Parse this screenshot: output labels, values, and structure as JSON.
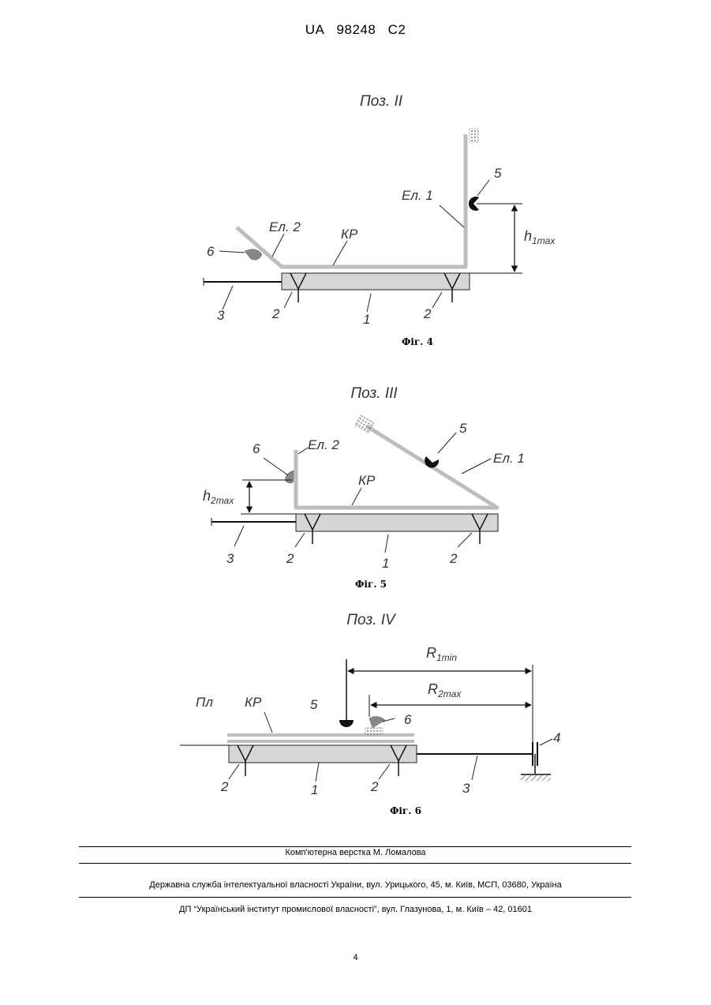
{
  "header": {
    "country": "UA",
    "number": "98248",
    "kind": "C2"
  },
  "fig4": {
    "position": "Поз. II",
    "el1": "Ел. 1",
    "el2": "Ел. 2",
    "kr": "КР",
    "h": "h",
    "h_sub": "1max",
    "n6": "6",
    "n5": "5",
    "n3": "3",
    "n2a": "2",
    "n1": "1",
    "n2b": "2",
    "caption": "Фіг. 4"
  },
  "fig5": {
    "position": "Поз. III",
    "el1": "Ел. 1",
    "el2": "Ел. 2",
    "kr": "КР",
    "h": "h",
    "h_sub": "2max",
    "n6": "6",
    "n5": "5",
    "n3": "3",
    "n2a": "2",
    "n1": "1",
    "n2b": "2",
    "caption": "Фіг. 5"
  },
  "fig6": {
    "position": "Поз. IV",
    "r1": "R",
    "r1_sub": "1min",
    "r2": "R",
    "r2_sub": "2max",
    "pl": "Пл",
    "kr": "КР",
    "n5": "5",
    "n6": "6",
    "n4": "4",
    "n2a": "2",
    "n1": "1",
    "n2b": "2",
    "n3": "3",
    "caption": "Фіг. 6"
  },
  "footer": {
    "layout": "Комп'ютерна верстка М. Ломалова",
    "office": "Державна служба інтелектуальної власності України, вул. Урицького, 45, м. Київ, МСП, 03680, Україна",
    "institute": "ДП “Український інститут промислової власності”, вул. Глазунова, 1, м. Київ – 42, 01601",
    "page": "4"
  },
  "colors": {
    "body_fill": "#d6d6d6",
    "rail_gray": "#bdbdbd",
    "dark": "#111111"
  }
}
